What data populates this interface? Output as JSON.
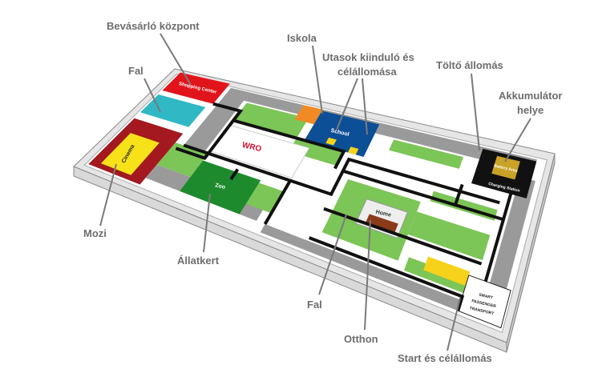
{
  "labels": {
    "shopping": "Bevásárló központ",
    "wall_top": "Fal",
    "school": "Iskola",
    "passengers_1": "Utasok kiinduló és",
    "passengers_2": "célállomása",
    "charging": "Töltő állomás",
    "battery_1": "Akkumulátor",
    "battery_2": "helye",
    "cinema": "Mozi",
    "zoo": "Állatkert",
    "wall_bottom": "Fal",
    "home": "Otthon",
    "start": "Start és célállomás"
  },
  "map_text": {
    "shopping": "Shopping Center",
    "cinema": "Cinema",
    "zoo": "Zoo",
    "school": "School",
    "home": "Home",
    "battery": "Battery Area",
    "charging": "Charging Station",
    "logo": "WRO",
    "spt_1": "SMART",
    "spt_2": "PASSENGER",
    "spt_3": "TRANSPORT"
  },
  "colors": {
    "label": "#6d6d6d",
    "grass": "#7cc557",
    "road": "#9a9a9a",
    "school": "#0d4f96",
    "zoo": "#1e8a2e",
    "shopping": "#e2141b",
    "cinema": "#f7e21a"
  }
}
